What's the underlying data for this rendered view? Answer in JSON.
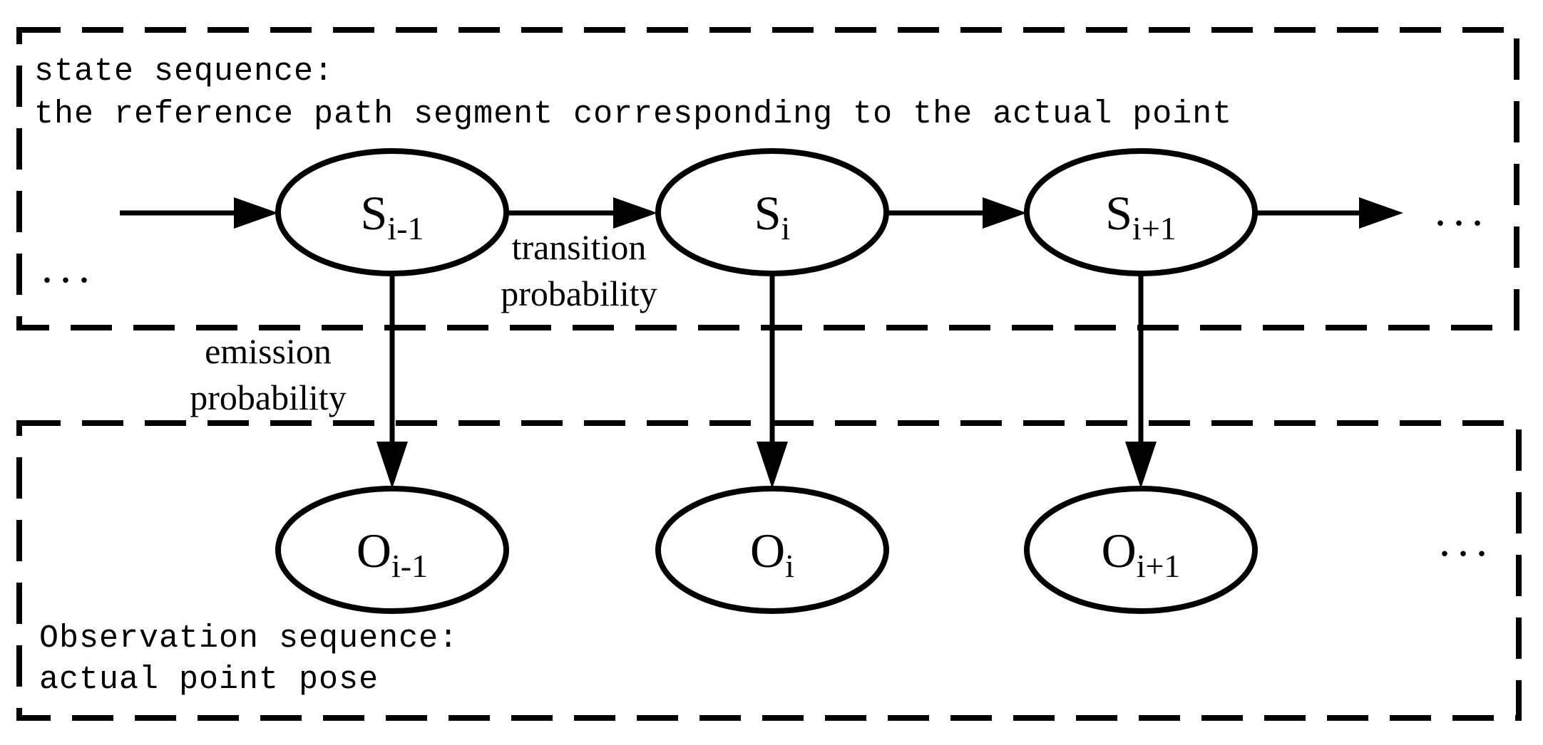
{
  "colors": {
    "ink": "#000000",
    "paper": "#ffffff"
  },
  "state_box": {
    "line1": "state sequence:",
    "line2": "the reference path segment corresponding to the actual point"
  },
  "observation_box": {
    "line1": "Observation sequence:",
    "line2": "actual point pose"
  },
  "nodes": {
    "s_prev": {
      "base": "S",
      "sub": "i-1"
    },
    "s_curr": {
      "base": "S",
      "sub": "i"
    },
    "s_next": {
      "base": "S",
      "sub": "i+1"
    },
    "o_prev": {
      "base": "O",
      "sub": "i-1"
    },
    "o_curr": {
      "base": "O",
      "sub": "i"
    },
    "o_next": {
      "base": "O",
      "sub": "i+1"
    }
  },
  "edge_labels": {
    "transition": {
      "line1": "transition",
      "line2": "probability"
    },
    "emission": {
      "line1": "emission",
      "line2": "probability"
    }
  },
  "ellipsis": {
    "left": "...",
    "top_right": "...",
    "bottom_right": "..."
  }
}
